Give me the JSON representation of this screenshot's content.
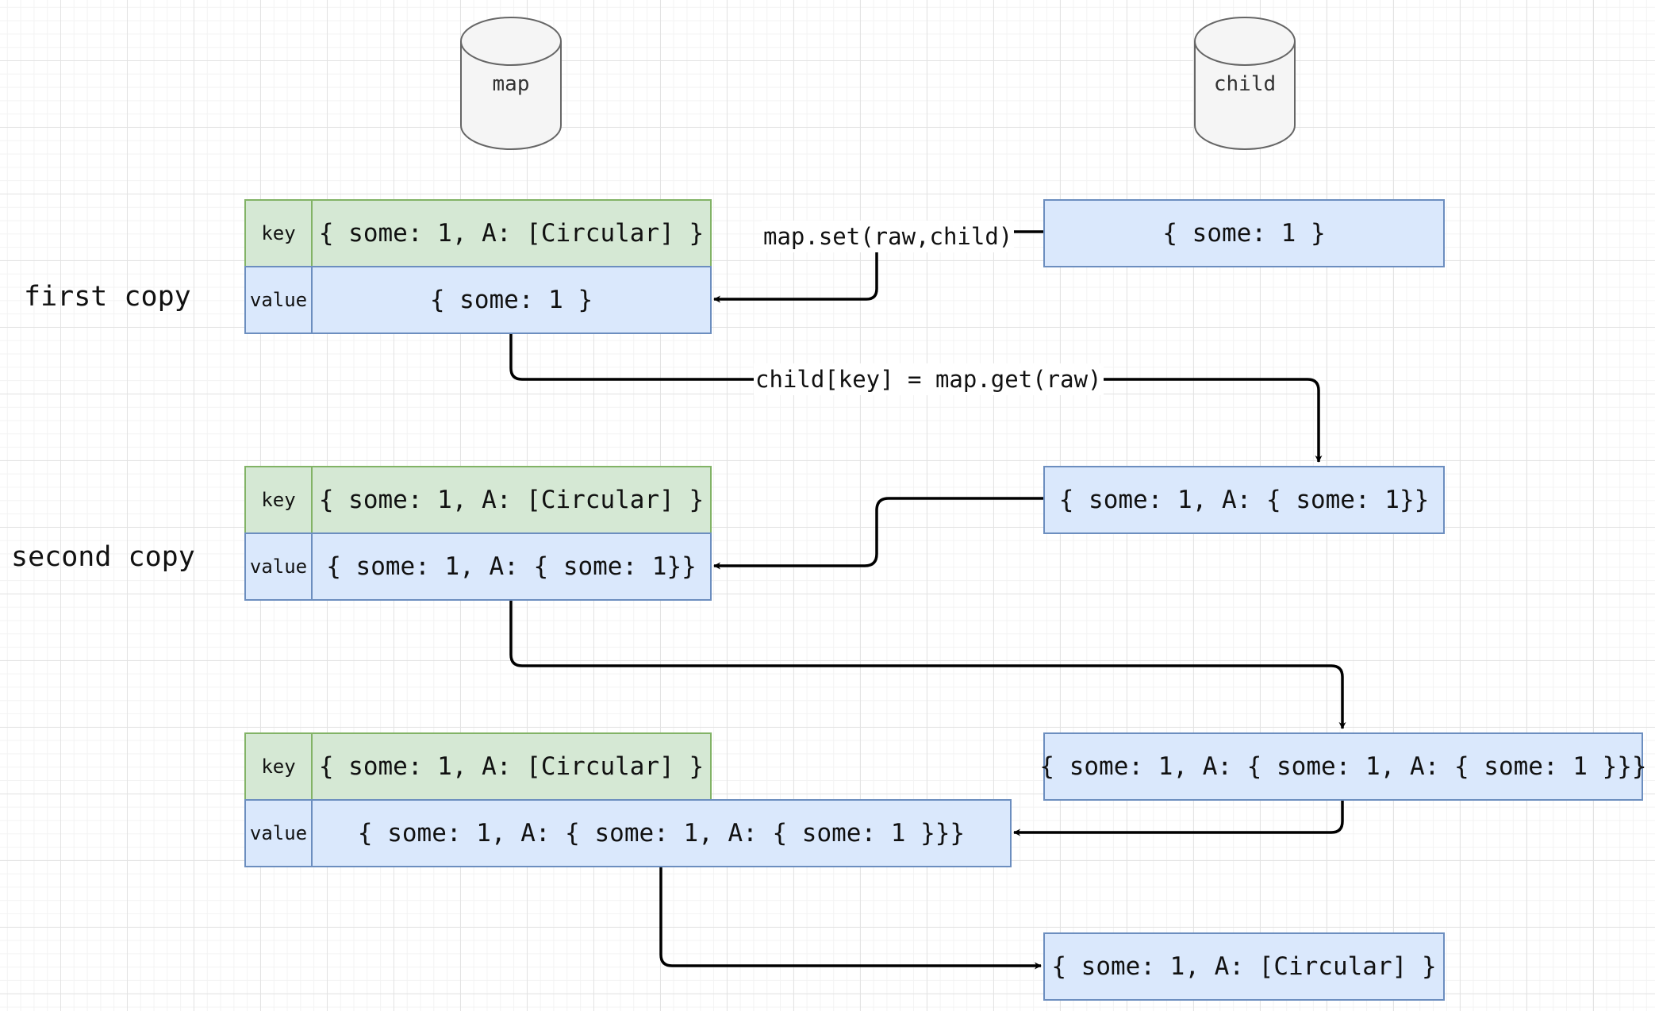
{
  "stores": [
    {
      "id": "map",
      "label": "map"
    },
    {
      "id": "child",
      "label": "child"
    }
  ],
  "rows": [
    {
      "label": "first copy",
      "key_label": "key",
      "value_label": "value",
      "key": "{ some: 1, A: [Circular] }",
      "value": "{ some: 1 }"
    },
    {
      "label": "second copy",
      "key_label": "key",
      "value_label": "value",
      "key": "{ some: 1, A: [Circular] }",
      "value": "{ some: 1, A: { some: 1}}"
    },
    {
      "label": "",
      "key_label": "key",
      "value_label": "value",
      "key": "{ some: 1, A: [Circular] }",
      "value": "{ some: 1, A: { some: 1, A: { some: 1 }}}"
    }
  ],
  "child_nodes": [
    "{ some: 1 }",
    "{ some: 1, A: { some: 1}}",
    "{ some: 1, A: { some: 1, A: { some: 1 }}}",
    "{ some: 1, A: [Circular] }"
  ],
  "edge_labels": {
    "set": "map.set(raw,child)",
    "get": "child[key] = map.get(raw)"
  }
}
